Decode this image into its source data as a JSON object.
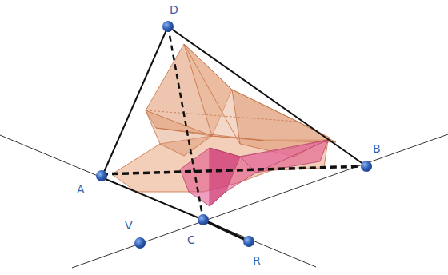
{
  "diagram": {
    "labels": [
      "D",
      "B",
      "A",
      "V",
      "C",
      "R"
    ]
  }
}
